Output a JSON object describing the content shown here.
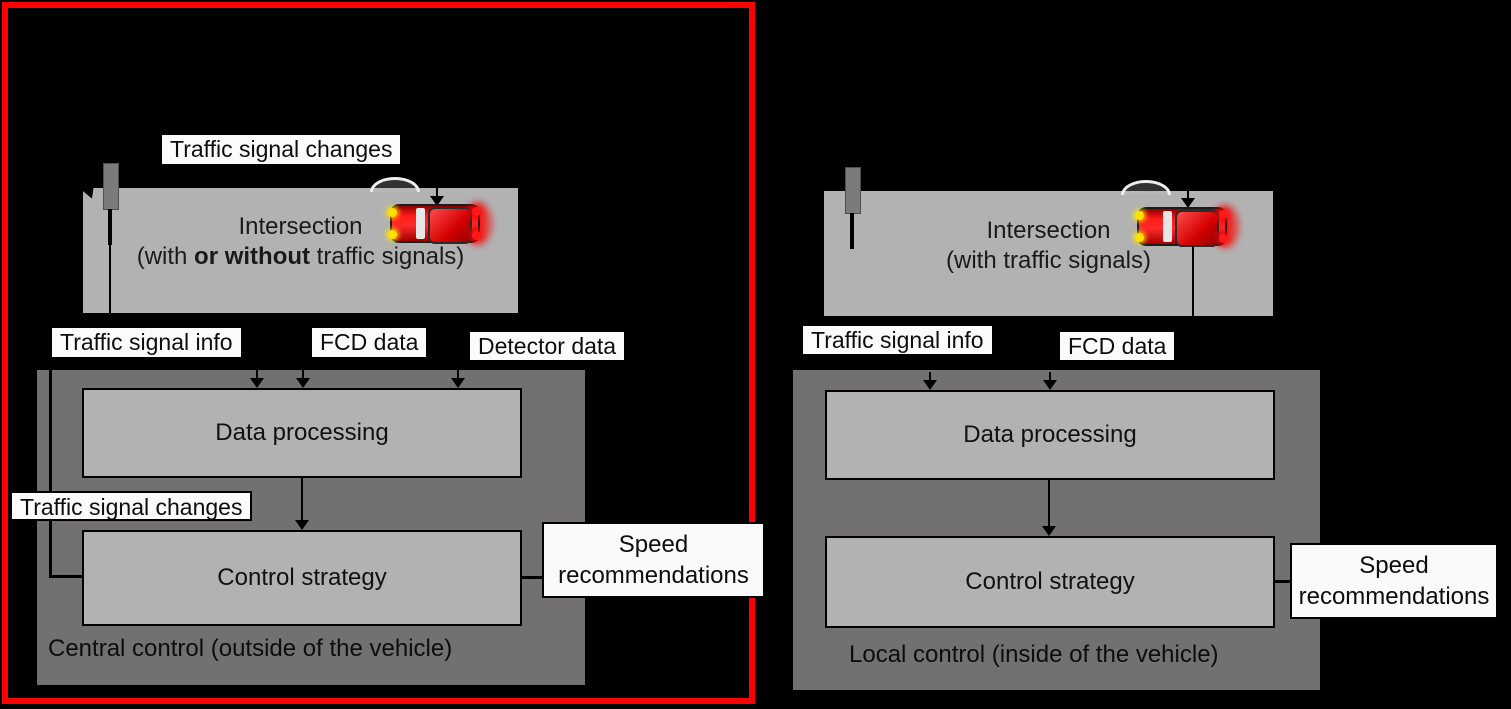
{
  "colors": {
    "background": "#000000",
    "highlight_border": "#ff0000",
    "scene_gray": "#b2b2b2",
    "control_gray": "#727070",
    "label_bg": "#fbfbfb",
    "car_red": "#e60000",
    "headlight_yellow": "#ffe000"
  },
  "left_panel": {
    "top_label": "Traffic signal changes",
    "intersection": {
      "title": "Intersection",
      "subtitle_pre": "(with ",
      "subtitle_bold": "or without",
      "subtitle_post": " traffic signals)"
    },
    "inputs": {
      "traffic_signal_info": "Traffic signal info",
      "fcd_data": "FCD data",
      "detector_data": "Detector data"
    },
    "feedback_label": "Traffic signal changes",
    "data_processing": "Data processing",
    "control_strategy": "Control strategy",
    "output_label": "Speed recommendations",
    "caption": "Central control (outside of the vehicle)"
  },
  "right_panel": {
    "intersection": {
      "title": "Intersection",
      "subtitle_pre": "(with traffic signals)",
      "subtitle_bold": "",
      "subtitle_post": ""
    },
    "inputs": {
      "traffic_signal_info": "Traffic signal info",
      "fcd_data": "FCD data"
    },
    "data_processing": "Data processing",
    "control_strategy": "Control strategy",
    "output_label": "Speed recommendations",
    "caption": "Local control (inside of the vehicle)"
  }
}
